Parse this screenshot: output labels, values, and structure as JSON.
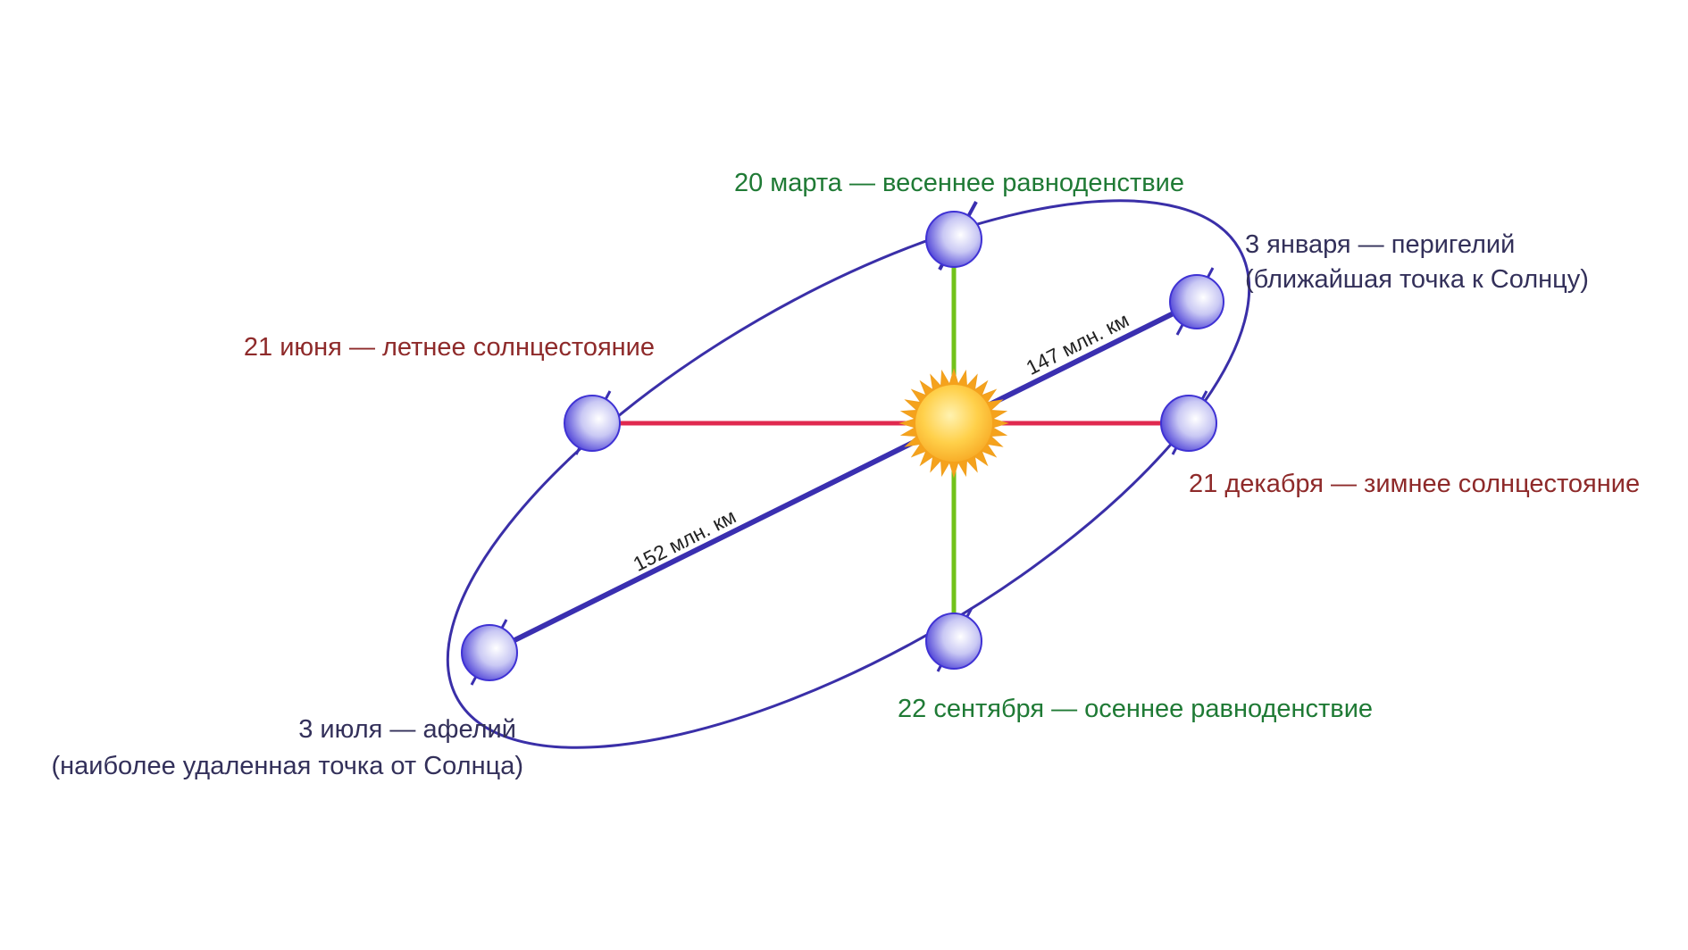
{
  "labels": {
    "march": "20 марта — весеннее равноденствие",
    "january_line1": "3 января — перигелий",
    "january_line2": "(ближайшая точка к Солнцу)",
    "june": "21 июня — летнее солнцестояние",
    "december": "21 декабря — зимнее солнцестояние",
    "september": "22 сентября — осеннее равноденствие",
    "july_line1": "3 июля — афелий",
    "july_line2": "(наиболее удаленная точка от Солнца)",
    "dist_perihelion": "147 млн. км",
    "dist_aphelion": "152 млн. км"
  },
  "colors": {
    "orbit": "#3a2fa8",
    "axis_blue": "#3a2fb0",
    "solstice_line": "#e0294f",
    "equinox_line": "#72c21a",
    "equinox_text": "#1f7a35",
    "solstice_text": "#8e2a2a",
    "perihelion_text": "#33305a",
    "sun_core": "#ffc531",
    "sun_rays": "#f5a21c",
    "planet_light": "#ffffff",
    "planet_dark": "#3f32d4"
  }
}
